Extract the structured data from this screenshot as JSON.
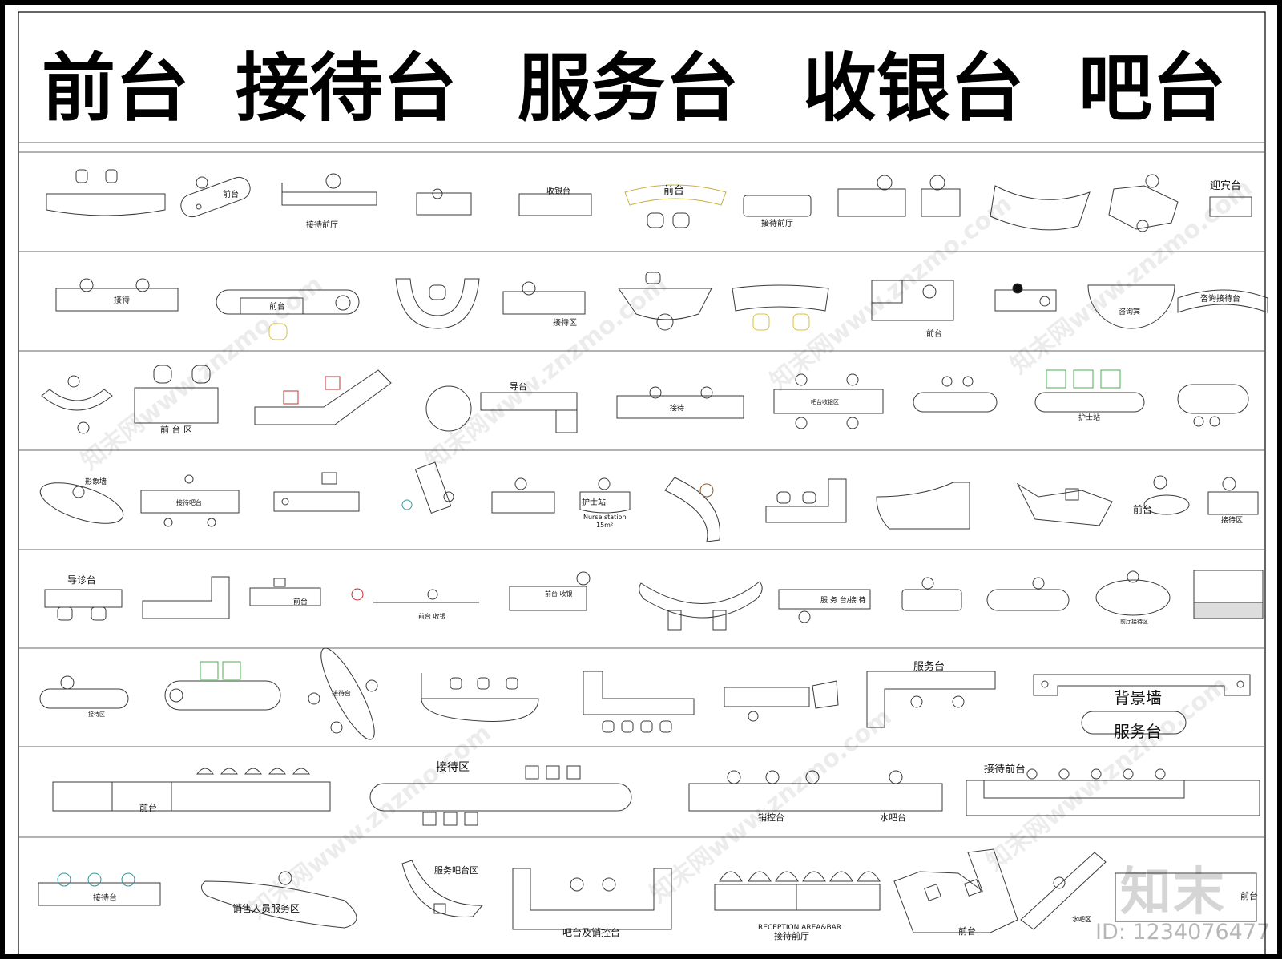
{
  "title_words": [
    "前台",
    "接待台",
    "服务台",
    "收银台",
    "吧台"
  ],
  "labels": {
    "r1": [
      "前台",
      "接待前厅",
      "收银台",
      "前台",
      "接待前厅",
      "迎宾台"
    ],
    "r2": [
      "接待",
      "前台",
      "接待区",
      "前台",
      "咨询接待台",
      "咨询宾"
    ],
    "r3": [
      "前 台 区",
      "导台",
      "接待",
      "吧台收银区",
      "护士站"
    ],
    "r4": [
      "形象墙",
      "接待吧台",
      "护士站",
      "Nurse station",
      "15m²",
      "前台",
      "接待区"
    ],
    "r5": [
      "导诊台",
      "前台",
      "前台 收银",
      "前台 收银",
      "服 务 台/接 待",
      "前厅接待区"
    ],
    "r6": [
      "接待区",
      "接待台",
      "服务台",
      "背景墙",
      "服务台"
    ],
    "r7": [
      "接待区",
      "销控台",
      "水吧台",
      "接待前台",
      "前台"
    ],
    "r8": [
      "接待台",
      "服务吧台区",
      "销售人员服务区",
      "吧台及销控台",
      "RECEPTION AREA&BAR",
      "接待前厅",
      "前台",
      "水吧区",
      "前台"
    ]
  },
  "watermark": "知末网www.znzmo.com",
  "logo": "知末",
  "id_text": "ID: 1234076477",
  "colors": {
    "line": "#3a3a3a",
    "accent_yellow": "#d8c040",
    "accent_green": "#4caf50",
    "accent_teal": "#2e9a9a",
    "accent_red": "#c03030"
  }
}
